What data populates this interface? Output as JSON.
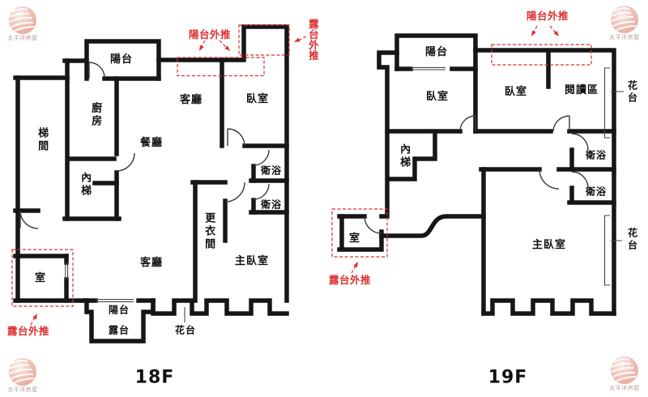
{
  "colors": {
    "wall": "#161616",
    "annotation_red": "#dd2f2e",
    "logo_pink": "#eebcb0",
    "logo_text_color": "#bf9c9c"
  },
  "brand": {
    "logo_text": "太平洋房屋"
  },
  "floor18": {
    "floor_label": "18F",
    "rooms": {
      "balcony_top": "陽台",
      "kitchen": "廚房",
      "stairwell": "梯間",
      "inner_stairs": "內梯",
      "dining": "餐廳",
      "living_top": "客廳",
      "bedroom": "臥室",
      "bath_upper": "衛浴",
      "bath_lower": "衛浴",
      "dressing": "更衣間",
      "living_bottom": "客廳",
      "master_bedroom": "主臥室",
      "room": "室",
      "balcony_bottom": "陽台",
      "terrace": "露台",
      "flower_bed": "花台"
    },
    "annotations": {
      "balcony_pushout": "陽台外推",
      "terrace_pushout_right": "露台外推",
      "terrace_pushout_bottom": "露台外推"
    }
  },
  "floor19": {
    "floor_label": "19F",
    "rooms": {
      "balcony": "陽台",
      "bedroom_left": "臥室",
      "bedroom_right": "臥室",
      "reading_area": "閱讀區",
      "inner_stairs": "內梯",
      "bath_upper": "衛浴",
      "bath_lower": "衛浴",
      "room": "室",
      "master_bedroom": "主臥室",
      "flower_bed_top": "花台",
      "flower_bed_bottom": "花台"
    },
    "annotations": {
      "balcony_pushout": "陽台外推",
      "terrace_pushout": "露台外推"
    }
  }
}
